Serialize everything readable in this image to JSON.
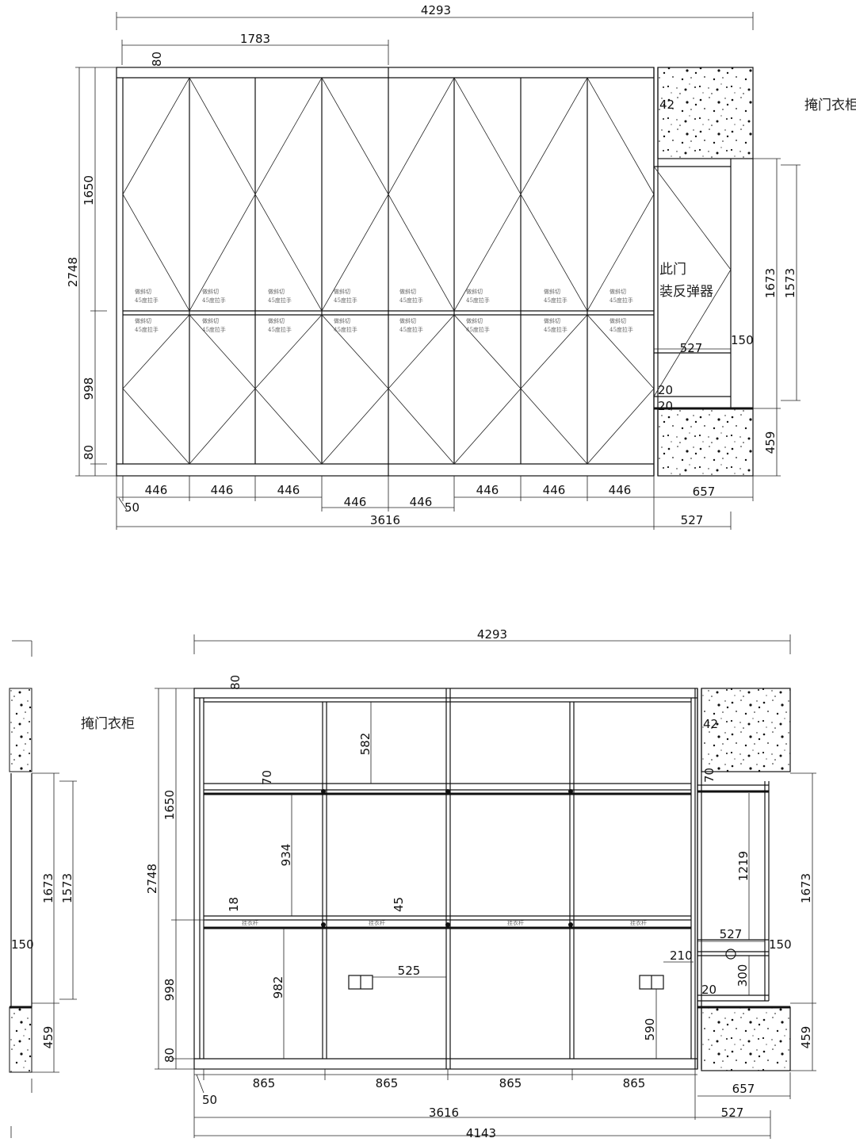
{
  "elevation1": {
    "dim_total_width": "4293",
    "dim_half_width": "1783",
    "dim_top_band": "80",
    "dim_upper_height": "1650",
    "dim_total_height": "2748",
    "dim_lower_height": "998",
    "dim_base": "80",
    "dim_door_width": "446",
    "dim_side_offset": "50",
    "dim_cabinet_width": "3616",
    "dim_niche_width": "657",
    "dim_niche_inner": "527",
    "dim_wall_top": "42",
    "dim_small": "20",
    "dim_small2": "20",
    "dim_panel": "150",
    "dim_niche_height": "1673",
    "dim_niche_inner_height": "1573",
    "dim_bottom_wall": "459",
    "door_note_line1": "此门",
    "door_note_line2": "装反弹器",
    "label_right": "掩门衣柜",
    "handle_note_1": "做斜切",
    "handle_note_2": "45度拉手"
  },
  "elevation2": {
    "dim_total_width": "4293",
    "dim_top_band": "80",
    "dim_upper_height": "1650",
    "dim_total_height": "2748",
    "dim_lower_height": "998",
    "dim_base": "80",
    "dim_top_compartment": "582",
    "dim_shelf_thickness": "70",
    "dim_middle_compartment": "934",
    "dim_rail_offset": "18",
    "dim_rail_offset2": "45",
    "dim_lower_compartment": "982",
    "dim_socket_spacing": "525",
    "dim_socket_height": "590",
    "dim_right_compartment": "1219",
    "dim_socket_offset": "210",
    "dim_right_inner": "300",
    "dim_bay_width": "865",
    "dim_side_offset": "50",
    "dim_cabinet_width": "3616",
    "dim_overall": "4143",
    "dim_niche_width": "657",
    "dim_niche_inner": "527",
    "dim_wall_top": "42",
    "dim_small": "20",
    "dim_panel": "150",
    "dim_niche_height": "1673",
    "dim_bottom_wall": "459",
    "label_left": "掩门衣柜",
    "rail_note": "挂衣杆"
  },
  "left_fragment": {
    "dim_a": "1673",
    "dim_b": "1573",
    "dim_c": "150",
    "dim_d": "459"
  }
}
